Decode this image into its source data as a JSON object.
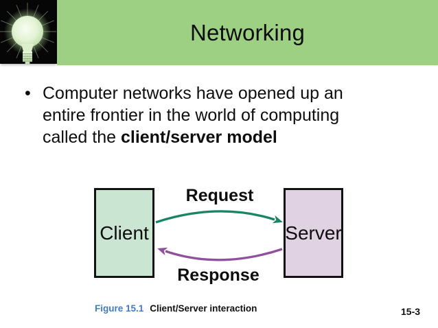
{
  "slide": {
    "title": "Networking",
    "bullet": {
      "marker": "•",
      "lines": [
        "Computer networks have opened up an",
        "entire frontier in the world of computing"
      ],
      "line3_prefix": "called the ",
      "line3_bold": "client/server model"
    },
    "diagram": {
      "client_label": "Client",
      "server_label": "Server",
      "request_label": "Request",
      "response_label": "Response"
    },
    "caption": {
      "figure_ref": "Figure 15.1",
      "text": "Client/Server interaction"
    },
    "page_number": "15-3",
    "colors": {
      "header_green": "#9DD083",
      "client_box_fill": "#CBE5D3",
      "server_box_fill": "#E0D1E3",
      "request_arrow_green": "#1A8565",
      "response_arrow_purple": "#91509C",
      "figure_ref_blue": "#3F7CC1"
    }
  }
}
